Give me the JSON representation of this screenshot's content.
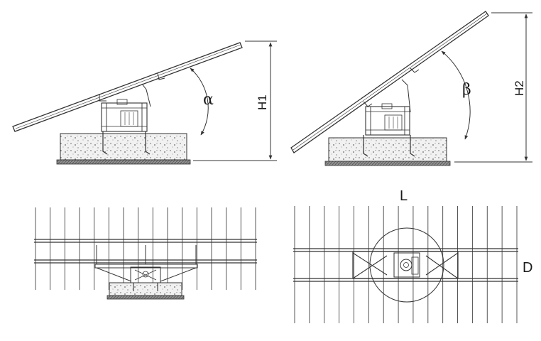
{
  "labels": {
    "angle_left": "α",
    "angle_right": "β",
    "height_left": "H1",
    "height_right": "H2",
    "length": "L",
    "depth": "D"
  },
  "colors": {
    "line": "#333333",
    "concrete_fill": "#ececec",
    "base_fill": "#9a9a9a"
  }
}
